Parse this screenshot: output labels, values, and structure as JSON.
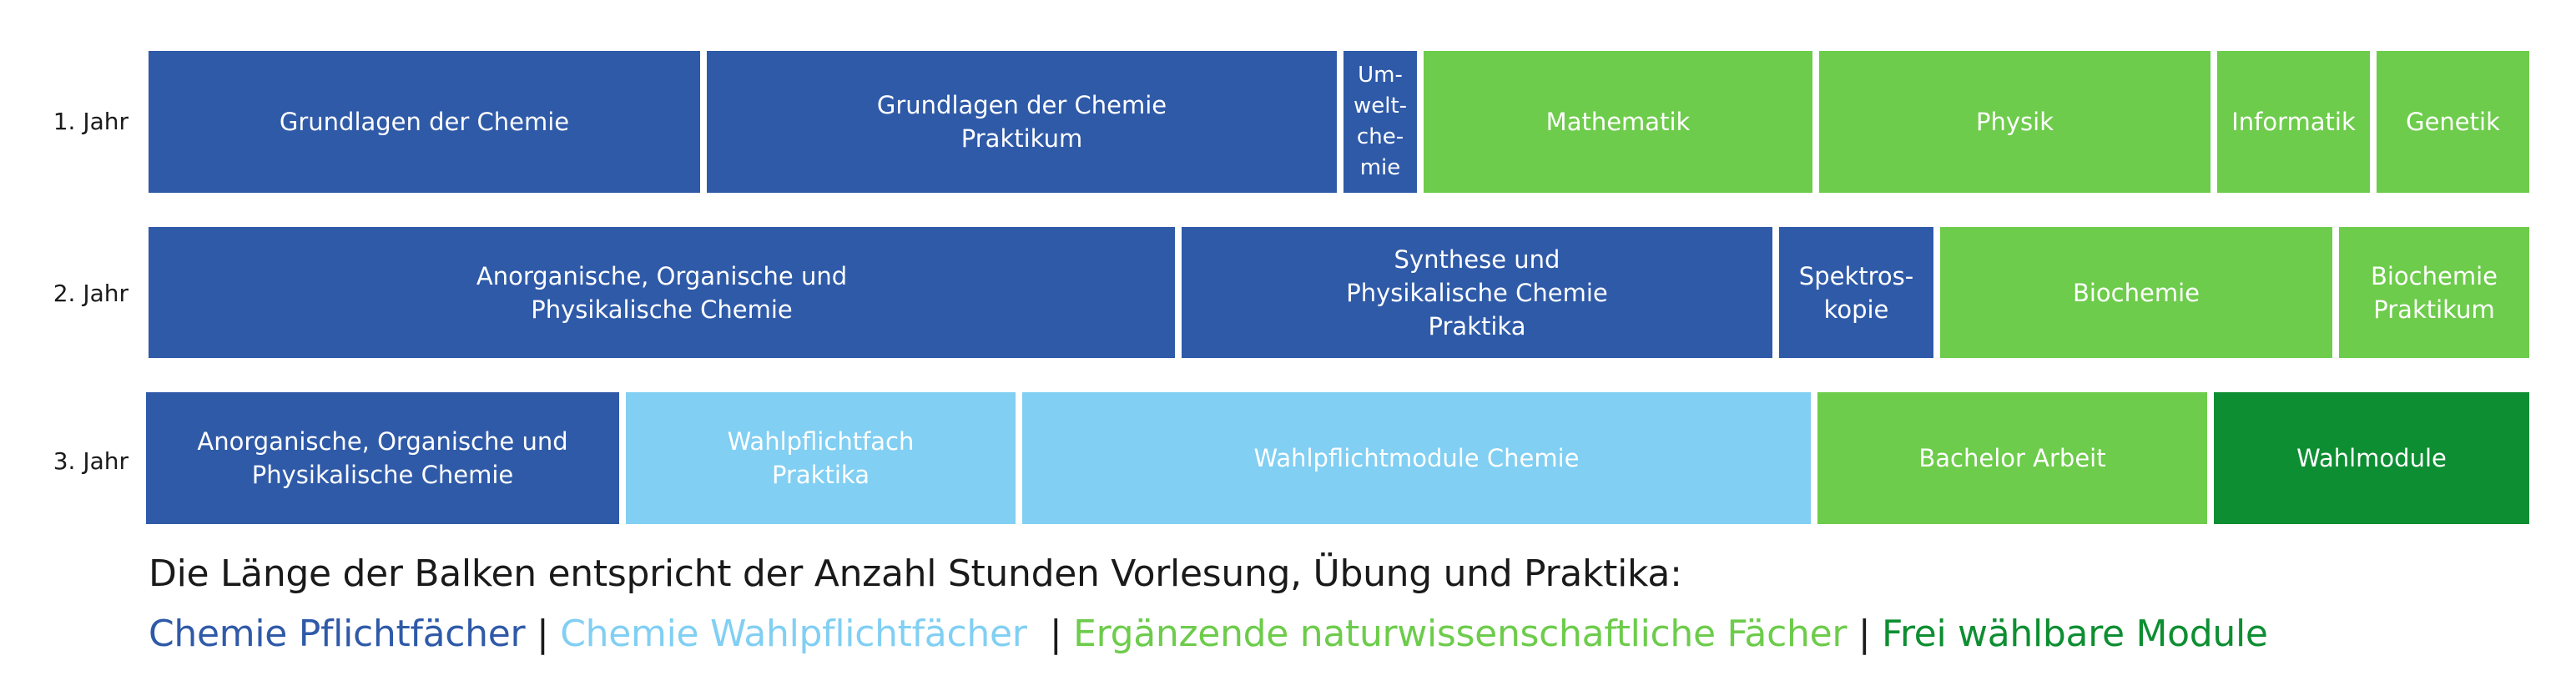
{
  "rows": [
    {
      "label": "1. Jahr",
      "blocks": [
        {
          "text": "Grundlagen der Chemie",
          "category": "pflicht"
        },
        {
          "text": "Grundlagen der Chemie\nPraktikum",
          "category": "pflicht"
        },
        {
          "text": "Um-\nwelt-\nche-\nmie",
          "category": "pflicht"
        },
        {
          "text": "Mathematik",
          "category": "ergaenzend"
        },
        {
          "text": "Physik",
          "category": "ergaenzend"
        },
        {
          "text": "Informatik",
          "category": "ergaenzend"
        },
        {
          "text": "Genetik",
          "category": "ergaenzend"
        }
      ]
    },
    {
      "label": "2. Jahr",
      "blocks": [
        {
          "text": "Anorganische, Organische und\nPhysikalische Chemie",
          "category": "pflicht"
        },
        {
          "text": "Synthese und\nPhysikalische Chemie\nPraktika",
          "category": "pflicht"
        },
        {
          "text": "Spektros-\nkopie",
          "category": "pflicht"
        },
        {
          "text": "Biochemie",
          "category": "ergaenzend"
        },
        {
          "text": "Biochemie\nPraktikum",
          "category": "ergaenzend"
        }
      ]
    },
    {
      "label": "3. Jahr",
      "blocks": [
        {
          "text": "Anorganische, Organische und\nPhysikalische Chemie",
          "category": "pflicht"
        },
        {
          "text": "Wahlpflichtfach\nPraktika",
          "category": "wahlpflicht"
        },
        {
          "text": "Wahlpflichtmodule Chemie",
          "category": "wahlpflicht"
        },
        {
          "text": "Bachelor Arbeit",
          "category": "ergaenzend"
        },
        {
          "text": "Wahlmodule",
          "category": "frei"
        }
      ]
    }
  ],
  "caption": "Die Länge der Balken entspricht der Anzahl Stunden Vorlesung, Übung und Praktika:",
  "legend": {
    "pflicht": "Chemie Pflichtfächer",
    "wahlpflicht": "Chemie Wahlpflichtfächer",
    "ergaenzend": "Ergänzende naturwissenschaftliche Fächer",
    "frei": "Frei wählbare Module",
    "separator": "|"
  },
  "colors": {
    "pflicht": "#2f5aa8",
    "wahlpflicht": "#81cff3",
    "ergaenzend": "#6dcc4b",
    "frei": "#0e8e32",
    "legend_pflicht_text": "#2f5aa8",
    "legend_wahlpflicht_text": "#81cff3",
    "legend_ergaenzend_text": "#6dcc4b",
    "legend_frei_text": "#0e8e32"
  }
}
